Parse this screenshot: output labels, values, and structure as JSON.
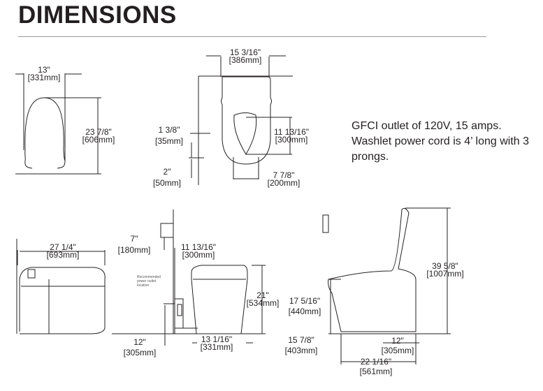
{
  "title": "DIMENSIONS",
  "note": [
    "GFCI outlet of 120V, 15 amps.",
    "Washlet power cord is 4’ long with 3",
    "prongs."
  ],
  "outlet_label": [
    "Recommended",
    "power outlet",
    "location"
  ],
  "dims": [
    {
      "imp": "13\"",
      "met": "[331mm]"
    },
    {
      "imp": "23 7/8\"",
      "met": "[606mm]"
    },
    {
      "imp": "15 3/16\"",
      "met": "[386mm]"
    },
    {
      "imp": "1 3/8\"",
      "met": "[35mm]"
    },
    {
      "imp": "2\"",
      "met": "[50mm]"
    },
    {
      "imp": "11 13/16\"",
      "met": "[300mm]"
    },
    {
      "imp": "7 7/8\"",
      "met": "[200mm]"
    },
    {
      "imp": "27 1/4\"",
      "met": "[693mm]"
    },
    {
      "imp": "7\"",
      "met": "[180mm]"
    },
    {
      "imp": "11 13/16\"",
      "met": "[300mm]"
    },
    {
      "imp": "21\"",
      "met": "[534mm]"
    },
    {
      "imp": "12\"",
      "met": "[305mm]"
    },
    {
      "imp": "13 1/16\"",
      "met": "[331mm]"
    },
    {
      "imp": "17 5/16\"",
      "met": "[440mm]"
    },
    {
      "imp": "15 7/8\"",
      "met": "[403mm]"
    },
    {
      "imp": "39 5/8\"",
      "met": "[1007mm]"
    },
    {
      "imp": "12\"",
      "met": "[305mm]"
    },
    {
      "imp": "22 1/16\"",
      "met": "[561mm]"
    }
  ]
}
